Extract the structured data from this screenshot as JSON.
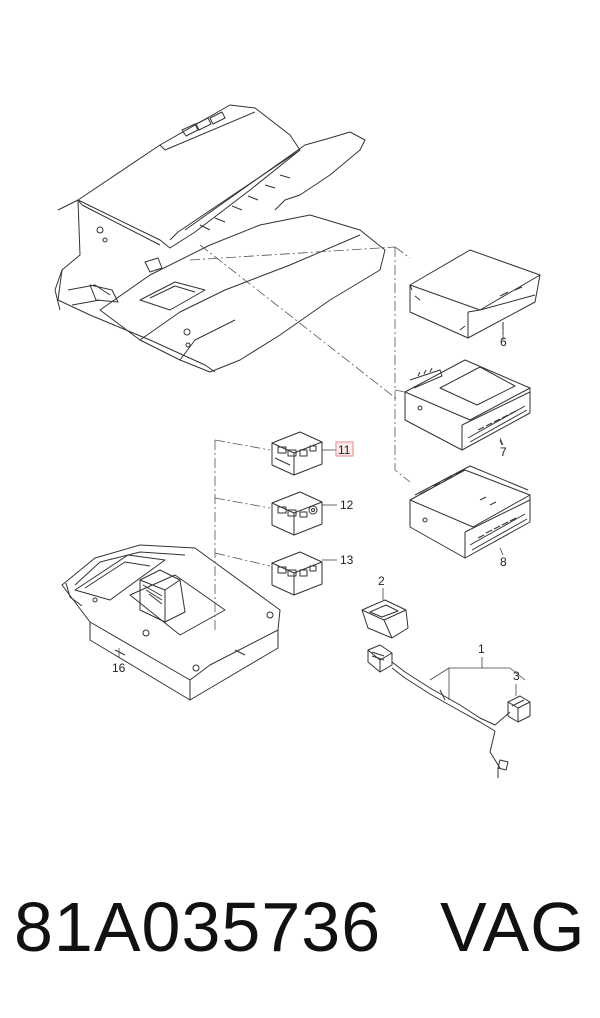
{
  "callouts": {
    "c1": "1",
    "c2": "2",
    "c3": "3",
    "c6": "6",
    "c7": "7",
    "c8": "8",
    "c11": "11",
    "c12": "12",
    "c13": "13",
    "c16": "16"
  },
  "highlighted_callout": "11",
  "footer": {
    "part_number": "81A035736",
    "brand": "VAG"
  }
}
